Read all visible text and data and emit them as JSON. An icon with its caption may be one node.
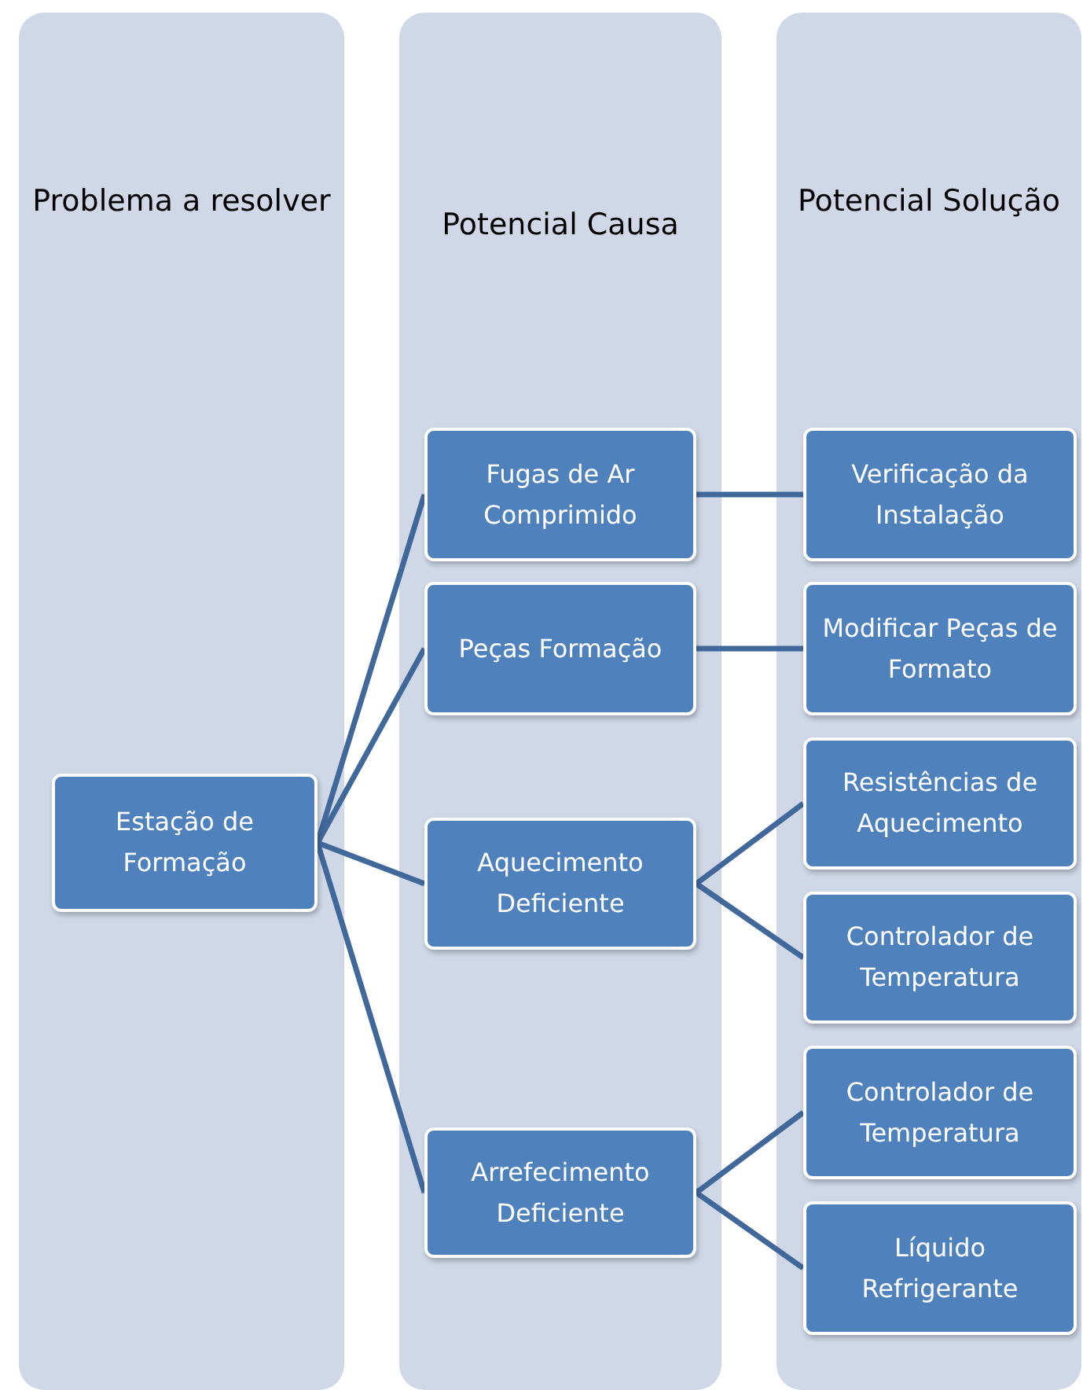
{
  "diagram": {
    "nodes": [
      {
        "text": [
          "Problema a resolver"
        ]
      },
      {
        "text": [
          "Potencial Causa"
        ]
      },
      {
        "text": [
          "Potencial Solução"
        ]
      },
      {
        "text": [
          "Estação de Formação"
        ],
        "in": 0
      },
      {
        "text": [
          "Fugas de Ar Comprimido"
        ],
        "in": 1
      },
      {
        "text": [
          "Peças Formação"
        ],
        "in": 1
      },
      {
        "text": [
          "Aquecimento Deficiente"
        ],
        "in": 1
      },
      {
        "text": [
          "Arrefecimento Deficiente"
        ],
        "in": 1
      },
      {
        "text": [
          "Verificação da Instalação"
        ],
        "in": 2
      },
      {
        "text": [
          "Modificar Peças de Formato"
        ],
        "in": 2
      },
      {
        "text": [
          "Resistências de Aquecimento"
        ],
        "in": 2
      },
      {
        "text": [
          "Controlador de Temperatura"
        ],
        "in": 2
      },
      {
        "text": [
          "Controlador de Temperatura"
        ],
        "in": 2
      },
      {
        "text": [
          "Líquido Refrigerante"
        ],
        "in": 2
      }
    ],
    "edges": [
      {
        "from": 3,
        "to": 4,
        "arrow": "none"
      },
      {
        "from": 3,
        "to": 5,
        "arrow": "none"
      },
      {
        "from": 3,
        "to": 6,
        "arrow": "none"
      },
      {
        "from": 3,
        "to": 7,
        "arrow": "none"
      },
      {
        "from": 4,
        "to": 8,
        "arrow": "none"
      },
      {
        "from": 5,
        "to": 9,
        "arrow": "none"
      },
      {
        "from": 6,
        "to": 10,
        "arrow": "none"
      },
      {
        "from": 6,
        "to": 11,
        "arrow": "none"
      },
      {
        "from": 7,
        "to": 12,
        "arrow": "none"
      },
      {
        "from": 7,
        "to": 13,
        "arrow": "none"
      }
    ]
  }
}
